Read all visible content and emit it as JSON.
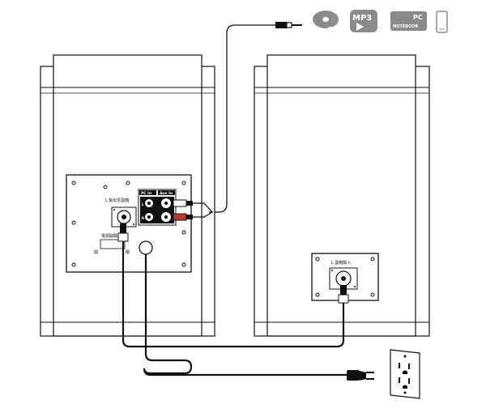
{
  "logos": {
    "cd": "CD",
    "mp3": "MP3",
    "pc": "PC",
    "notebook": "NOTEBOOK"
  },
  "left_panel": {
    "output_label": "L 輸出至副箱",
    "pc_in": "PC In",
    "aux_in": "Aux In",
    "power_label": "電源開關",
    "on_mark": "開",
    "off_mark": "關"
  },
  "right_panel": {
    "input_label": "L 副箱輸入"
  },
  "colors": {
    "line": "#111111",
    "red_plug": "#c0392b",
    "panel_fill": "#ffffff"
  }
}
